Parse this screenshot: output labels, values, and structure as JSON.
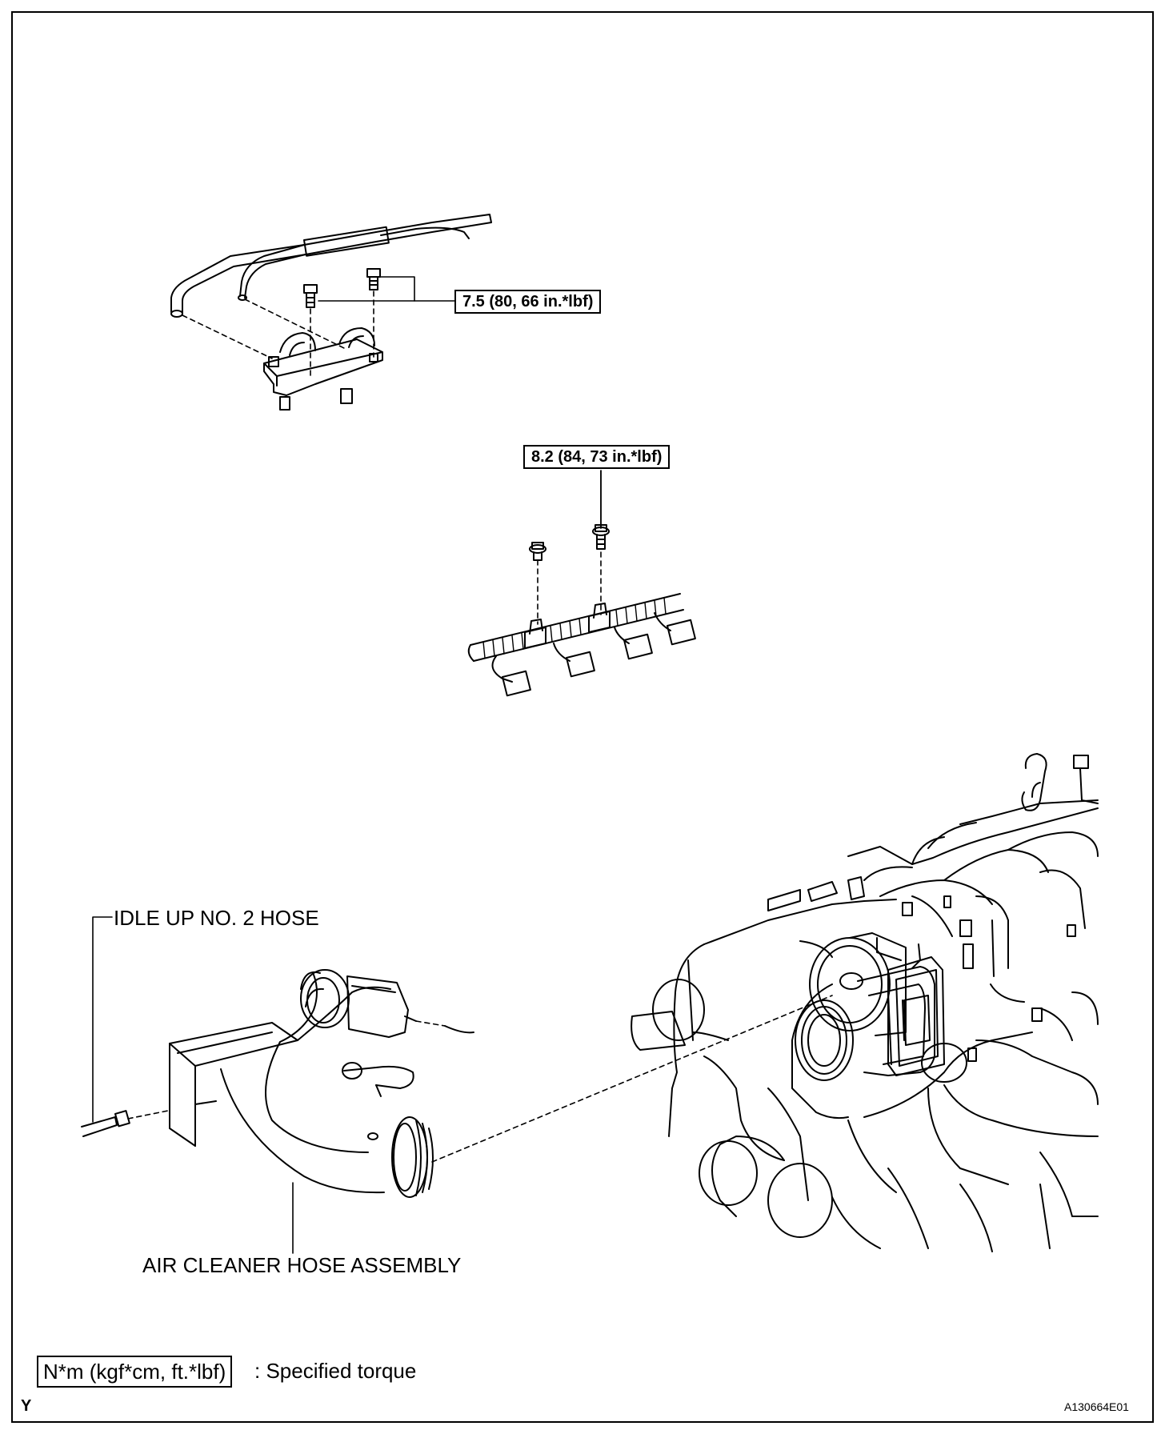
{
  "callouts": {
    "torque_top": "7.5 (80, 66 in.*lbf)",
    "torque_middle": "8.2 (84, 73 in.*lbf)",
    "idle_up_hose": "IDLE UP NO. 2 HOSE",
    "air_cleaner_hose": "AIR CLEANER HOSE ASSEMBLY"
  },
  "legend": {
    "unit": "N*m (kgf*cm, ft.*lbf)",
    "description": ": Specified torque"
  },
  "footer": {
    "left_mark": "Y",
    "figure_id": "A130664E01"
  }
}
